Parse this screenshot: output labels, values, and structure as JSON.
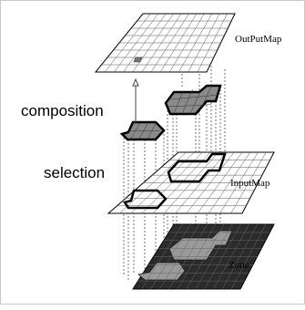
{
  "labels": {
    "output_map": "OutPutMap",
    "input_map": "InputMap",
    "zone": "Zone",
    "composition": "composition",
    "selection": "selection"
  },
  "colors": {
    "grid_line": "#555555",
    "dashed_line": "#555555",
    "zone_dark": "#2b2b2b",
    "zone_light": "#9a9a9a",
    "shape_outline": "#000000",
    "highlight_cell": "#777777",
    "shape_fill": "#8a8a8a"
  }
}
